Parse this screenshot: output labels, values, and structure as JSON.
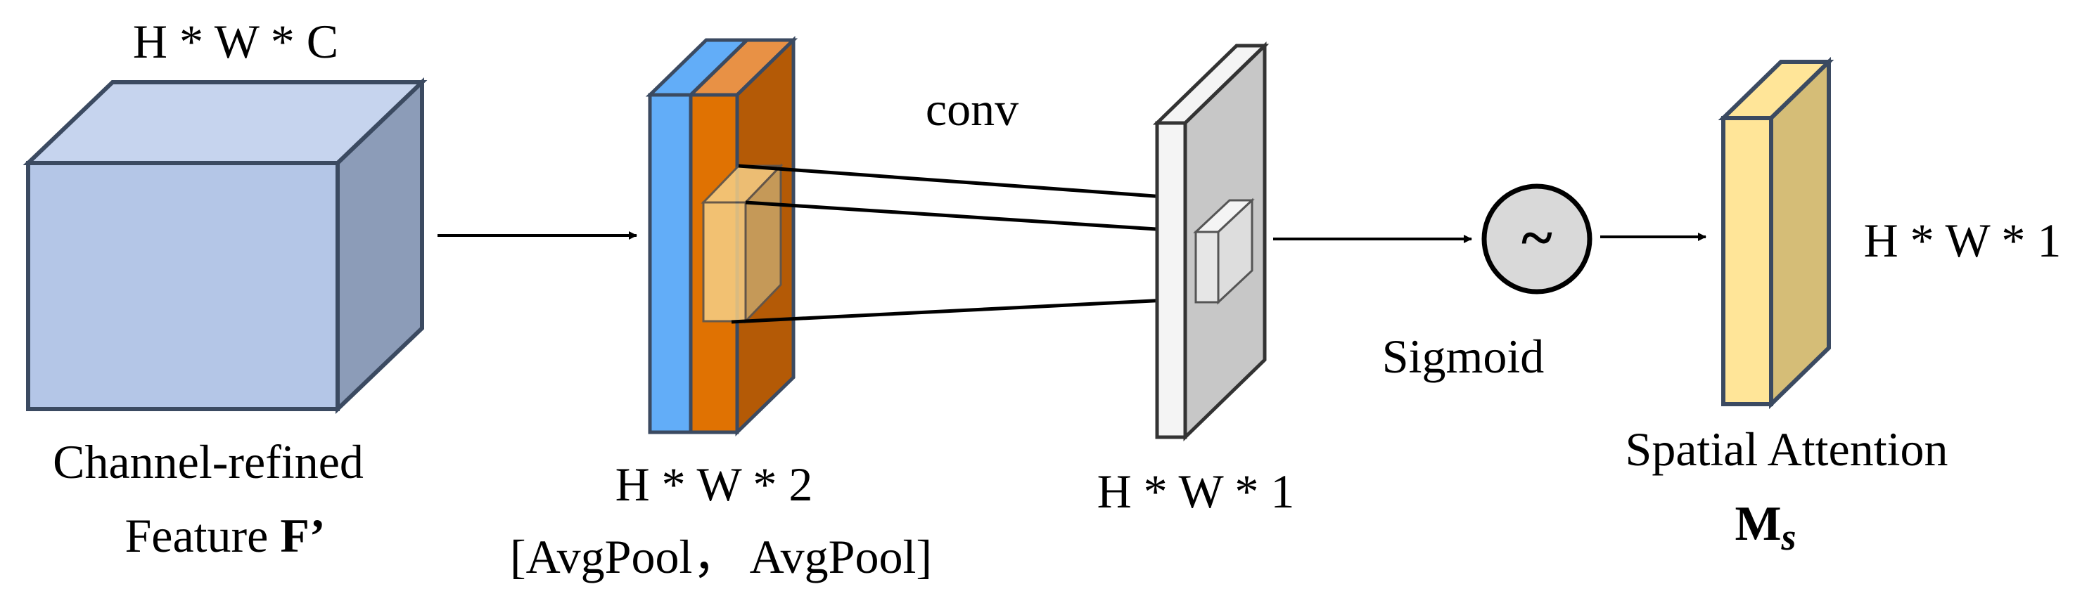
{
  "colors": {
    "input_front": "#b4c6e7",
    "input_top": "#c6d4ee",
    "input_side": "#8c9cb8",
    "pool_blue": "#62adf8",
    "pool_orange": "#e07202",
    "pool_dark": "#b45a06",
    "pool_top_orange": "#e89145",
    "kernel_front": "#f6cf86",
    "kernel_side": "#c9a567",
    "conv_front": "#f4f4f4",
    "conv_side": "#c7c7c7",
    "attention_front": "#ffe598",
    "attention_side": "#d5bd77",
    "sigmoid_fill": "#d9d9d9",
    "outline": "#3b4a61"
  },
  "input": {
    "shape_label": "H * W * C",
    "caption_line1": "Channel-refined",
    "caption_line2_text": "Feature ",
    "caption_line2_symbol": "F’"
  },
  "pooling": {
    "shape_label": "H * W * 2",
    "caption": "[AvgPool， AvgPool]"
  },
  "conv": {
    "label": "conv",
    "shape_label": "H * W * 1"
  },
  "sigmoid": {
    "symbol": "~",
    "label": "Sigmoid"
  },
  "output": {
    "shape_label": "H * W * 1",
    "caption": "Spatial Attention",
    "symbol_main": "M",
    "symbol_sub": "s"
  }
}
